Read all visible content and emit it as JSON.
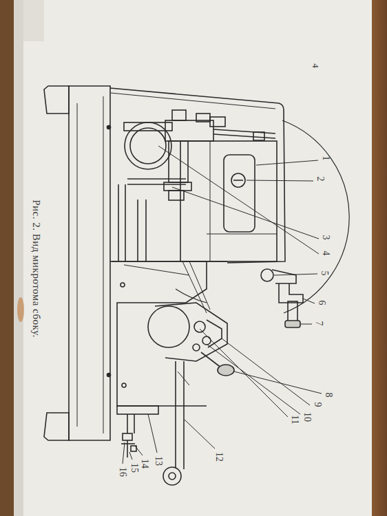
{
  "diagram": {
    "caption": "Рис. 2. Вид микротома сбоку.",
    "labels": [
      "4",
      "1",
      "2",
      "3",
      "4",
      "5",
      "6",
      "7",
      "8",
      "9",
      "10",
      "11",
      "12",
      "13",
      "14",
      "15",
      "16"
    ]
  }
}
